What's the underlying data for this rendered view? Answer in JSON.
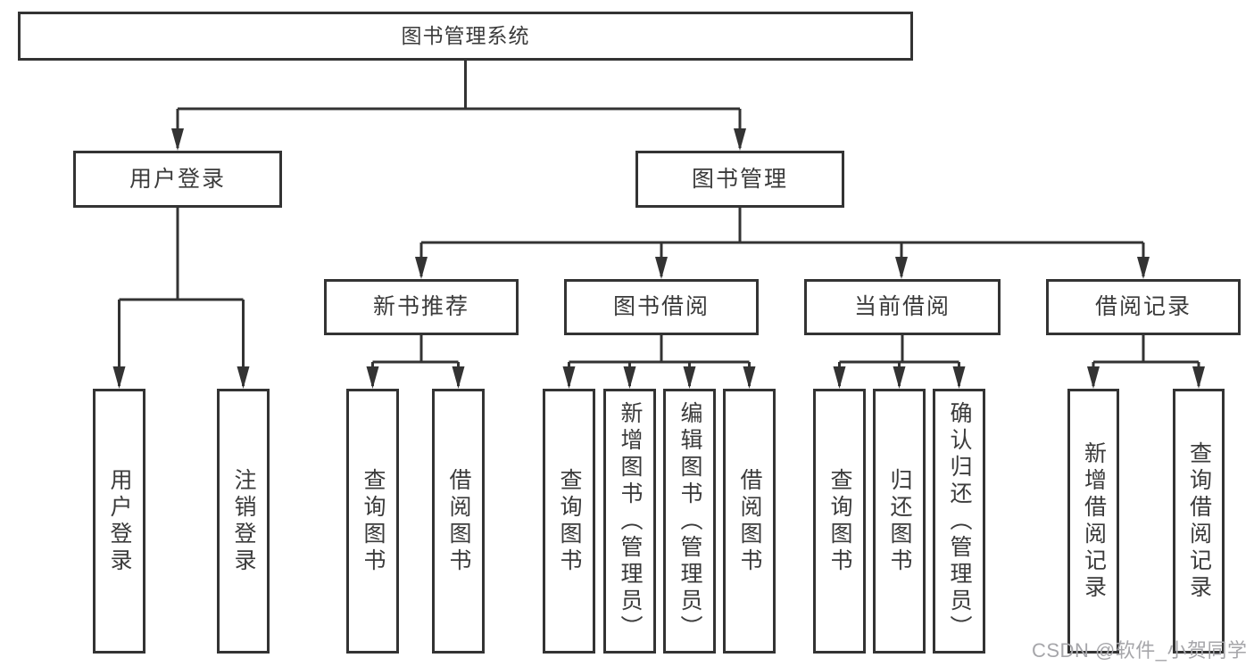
{
  "diagram": {
    "type": "tree",
    "root": {
      "label": "图书管理系统",
      "children": [
        {
          "label": "用户登录",
          "children": [
            {
              "label": "用户登录"
            },
            {
              "label": "注销登录"
            }
          ]
        },
        {
          "label": "图书管理",
          "children": [
            {
              "label": "新书推荐",
              "children": [
                {
                  "label": "查询图书"
                },
                {
                  "label": "借阅图书"
                }
              ]
            },
            {
              "label": "图书借阅",
              "children": [
                {
                  "label": "查询图书"
                },
                {
                  "label": "新增图书（管理员）"
                },
                {
                  "label": "编辑图书（管理员）"
                },
                {
                  "label": "借阅图书"
                }
              ]
            },
            {
              "label": "当前借阅",
              "children": [
                {
                  "label": "查询图书"
                },
                {
                  "label": "归还图书"
                },
                {
                  "label": "确认归还（管理员）"
                }
              ]
            },
            {
              "label": "借阅记录",
              "children": [
                {
                  "label": "新增借阅记录"
                },
                {
                  "label": "查询借阅记录"
                }
              ]
            }
          ]
        }
      ]
    }
  },
  "colors": {
    "line": "#333333",
    "box_border": "#333333",
    "text": "#3b3b3b",
    "watermark": "#a6a6aa",
    "background": "#ffffff"
  },
  "watermark": {
    "text": "CSDN @软件_小贺同学"
  }
}
